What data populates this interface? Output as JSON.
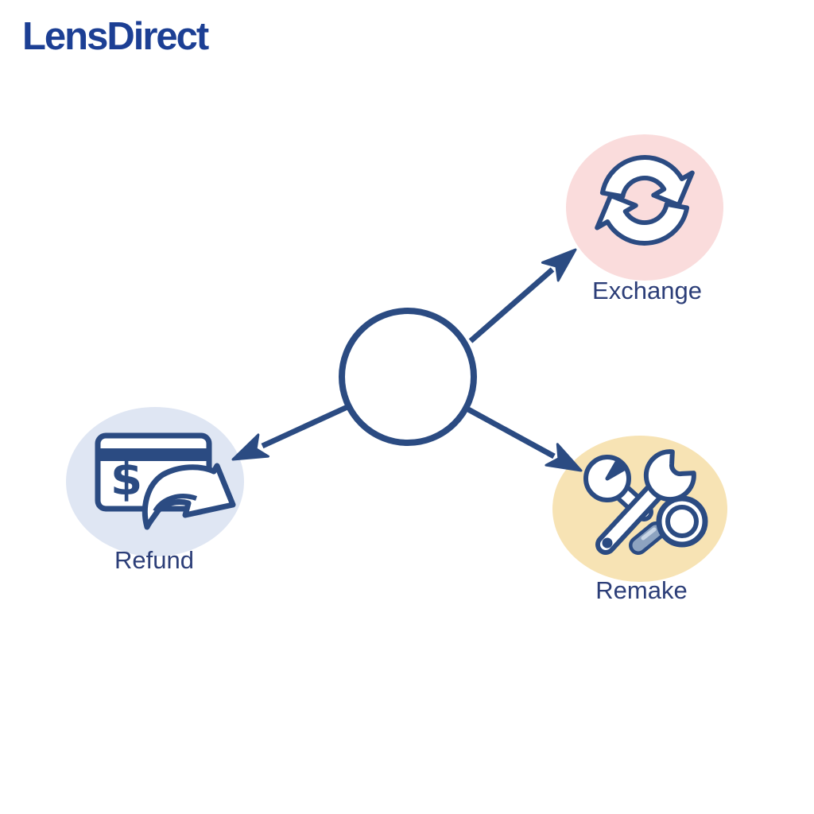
{
  "brand": {
    "logo_text": "LensDirect"
  },
  "diagram": {
    "nodes": [
      {
        "id": "exchange",
        "label": "Exchange",
        "icon": "sync-arrows-icon",
        "bg_color": "#fadcdc"
      },
      {
        "id": "refund",
        "label": "Refund",
        "icon": "refund-card-icon",
        "bg_color": "#dfe6f3",
        "icon_text": "$"
      },
      {
        "id": "remake",
        "label": "Remake",
        "icon": "tools-magnifier-icon",
        "bg_color": "#f7e3b4"
      }
    ],
    "edges": [
      {
        "from": "center",
        "to": "exchange"
      },
      {
        "from": "center",
        "to": "refund"
      },
      {
        "from": "center",
        "to": "remake"
      }
    ]
  },
  "colors": {
    "background": "#ffffff",
    "navy": "#2b4b82",
    "label_text": "#2c3e78",
    "logo_blue": "#1c3f94",
    "pink": "#fadcdc",
    "light_blue": "#dfe6f3",
    "cream": "#f7e3b4",
    "grip_steel": "#8da3c0"
  }
}
